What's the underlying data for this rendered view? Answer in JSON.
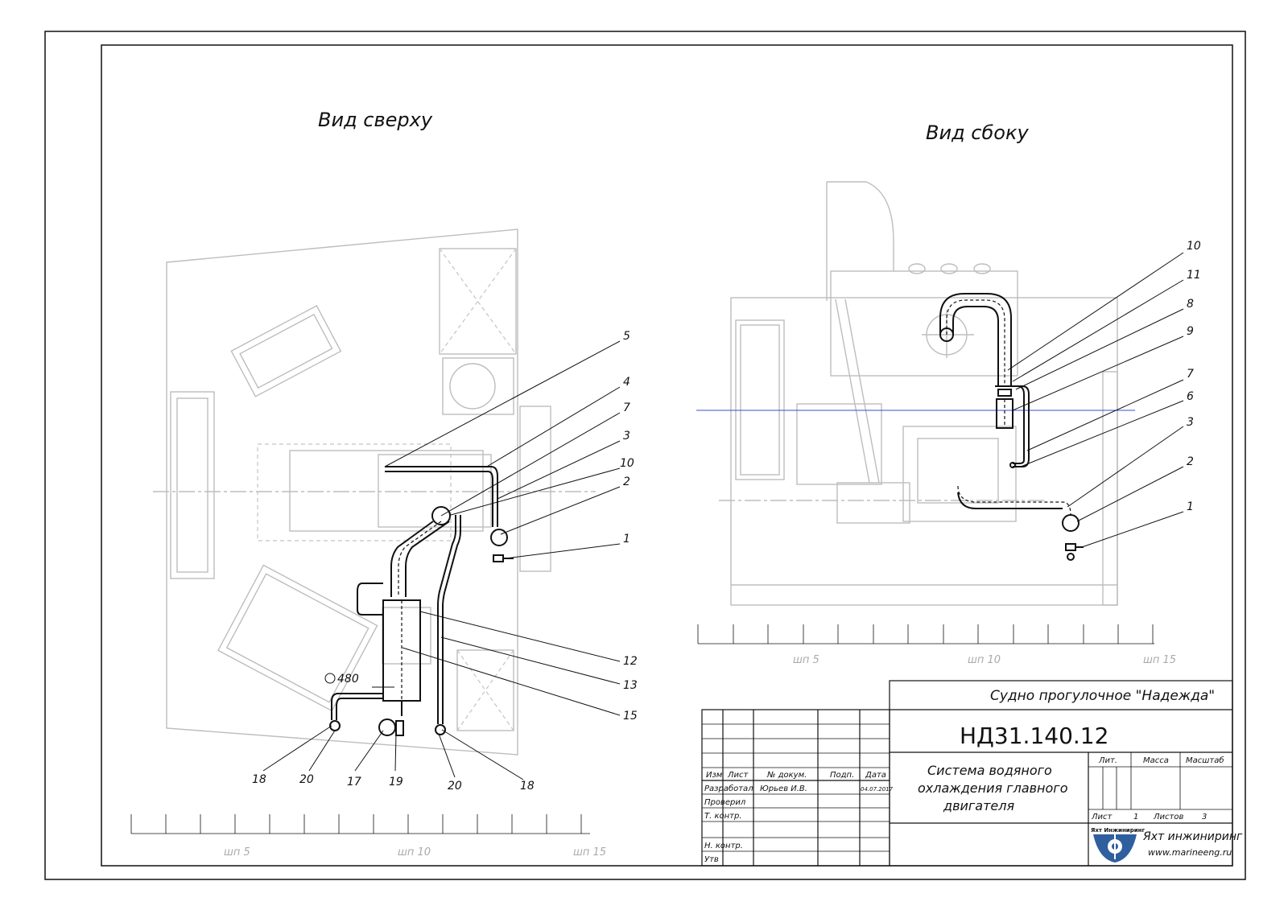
{
  "views": {
    "top_title": "Вид сверху",
    "side_title": "Вид сбоку"
  },
  "top_callouts": [
    "5",
    "4",
    "7",
    "3",
    "10",
    "2",
    "1",
    "12",
    "13",
    "15",
    "18",
    "20",
    "17",
    "19",
    "20",
    "18"
  ],
  "side_callouts": [
    "10",
    "11",
    "8",
    "9",
    "7",
    "6",
    "3",
    "2",
    "1"
  ],
  "diameter_label": "480",
  "scales": {
    "top": [
      "шп 5",
      "шп 10",
      "шп 15"
    ],
    "side": [
      "шп 5",
      "шп 10",
      "шп 15"
    ]
  },
  "title_block": {
    "vessel": "Судно прогулочное \"Надежда\"",
    "code": "НД31.140.12",
    "title_lines": [
      "Система водяного",
      "охлаждения главного",
      "двигателя"
    ],
    "headers": [
      "Изм",
      "Лист",
      "№ докум.",
      "Подп.",
      "Дата"
    ],
    "roles": [
      "Разработал",
      "Проверил",
      "Т. контр.",
      "Н. контр.",
      "Утв"
    ],
    "developer": "Юрьев И.В.",
    "date": "04.07.2017",
    "col_lit": "Лит.",
    "col_mass": "Масса",
    "col_scale": "Масштаб",
    "sheet_label": "Лист",
    "sheet_value": "1",
    "sheets_label": "Листов",
    "sheets_value": "3",
    "company_small": "Яхт Инжиниринг",
    "company": "Яхт инжиниринг",
    "website": "www.marineeng.ru"
  },
  "colors": {
    "ink": "#111111",
    "faint": "#bdbdbd",
    "center_line": "#3b4bd6",
    "logo": "#2f5f9e"
  }
}
